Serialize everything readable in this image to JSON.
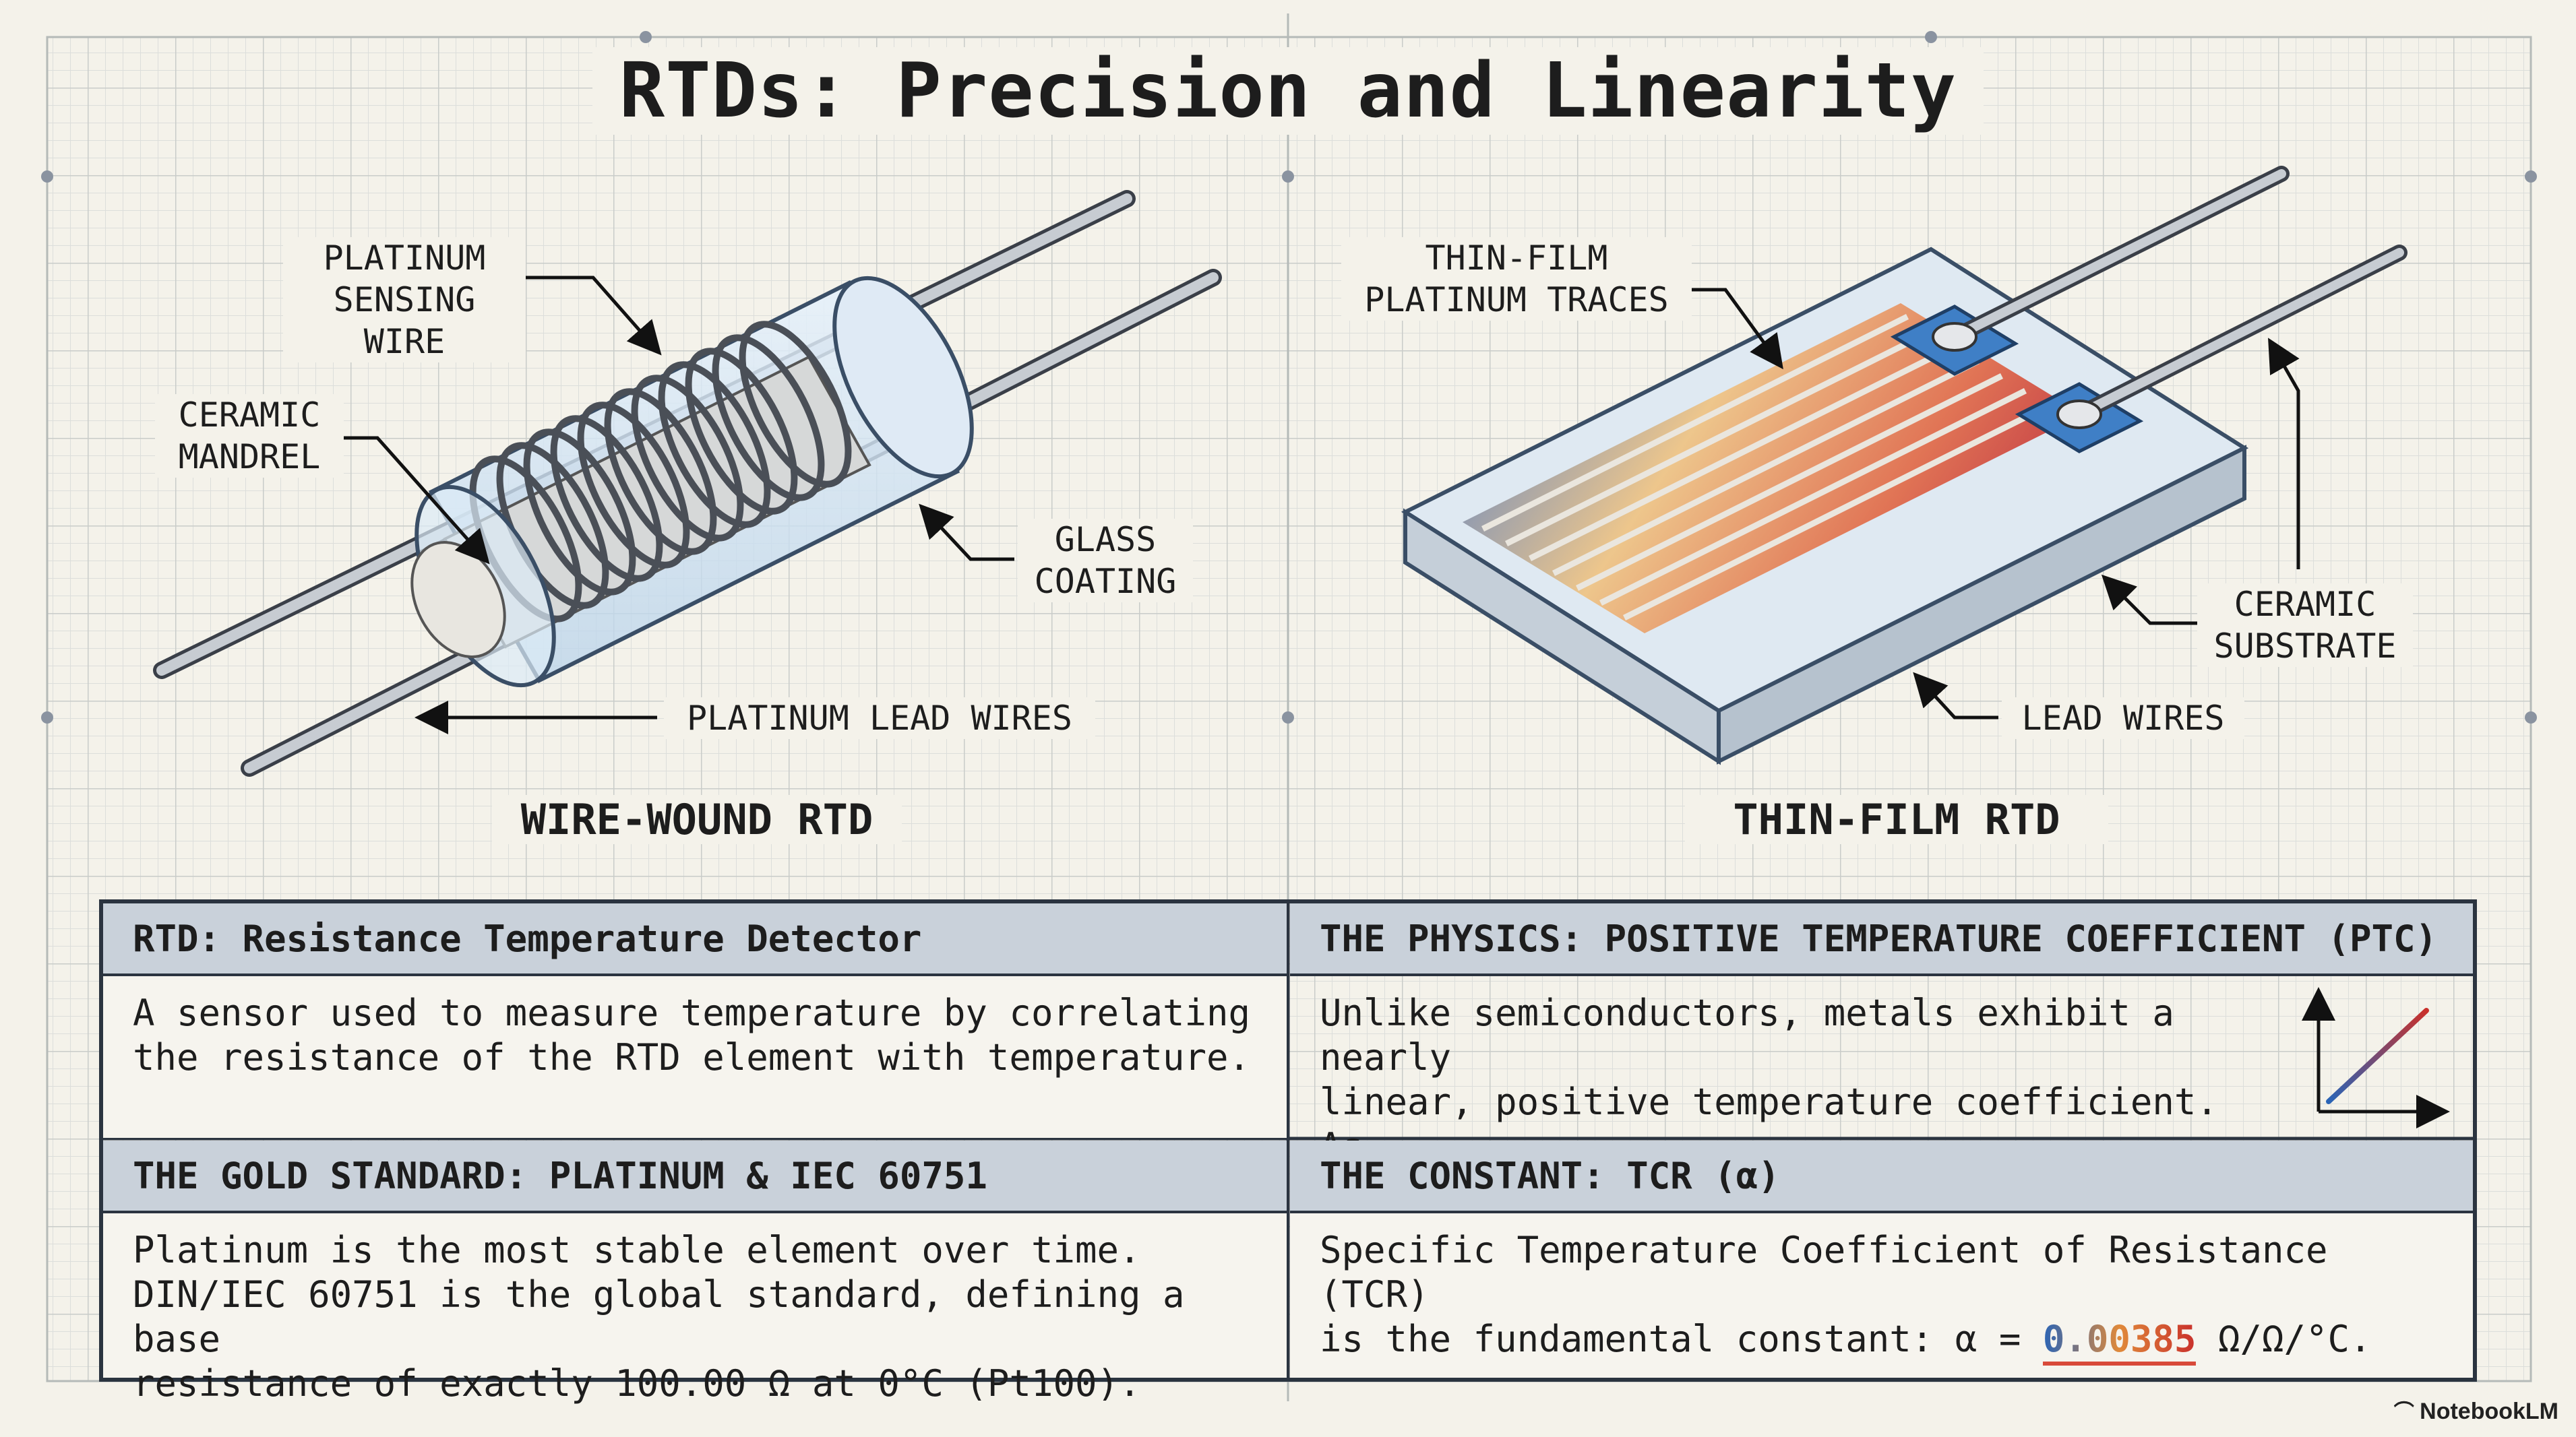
{
  "title": "RTDs: Precision and Linearity",
  "wire_wound": {
    "caption": "WIRE-WOUND RTD",
    "labels": {
      "sensing_wire": "PLATINUM\nSENSING WIRE",
      "mandrel": "CERAMIC\nMANDREL",
      "glass": "GLASS\nCOATING",
      "leads": "PLATINUM LEAD WIRES"
    }
  },
  "thin_film": {
    "caption": "THIN-FILM RTD",
    "labels": {
      "traces": "THIN-FILM\nPLATINUM TRACES",
      "substrate": "CERAMIC\nSUBSTRATE",
      "leads": "LEAD WIRES"
    }
  },
  "table": {
    "c1": {
      "head": "RTD: Resistance Temperature Detector",
      "body": "A sensor used to measure temperature by correlating\nthe resistance of the RTD element with temperature."
    },
    "c2": {
      "head": "THE PHYSICS: POSITIVE TEMPERATURE COEFFICIENT (PTC)",
      "body": "Unlike semiconductors, metals exhibit a nearly\nlinear, positive temperature coefficient. As\nheat increases, resistance increases linearly."
    },
    "c3": {
      "head": "THE GOLD STANDARD: PLATINUM & IEC 60751",
      "body": "Platinum is the most stable element over time.\nDIN/IEC 60751 is the global standard, defining a base\nresistance of exactly 100.00 Ω at 0°C (Pt100)."
    },
    "c4": {
      "head": "THE CONSTANT: TCR (α)",
      "body_line1": "Specific Temperature Coefficient of Resistance (TCR)",
      "body_pre": "is the fundamental constant: α = ",
      "body_value": "0.00385",
      "body_post": " Ω/Ω/°C."
    }
  },
  "brand": "NotebookLM",
  "colors": {
    "background": "#f4f2ea",
    "grid": "#d6d8d6",
    "header_fill": "#c9d1da",
    "frame": "#2b3440",
    "accent_cold": "#2a64b6",
    "accent_hot": "#c9302b"
  }
}
